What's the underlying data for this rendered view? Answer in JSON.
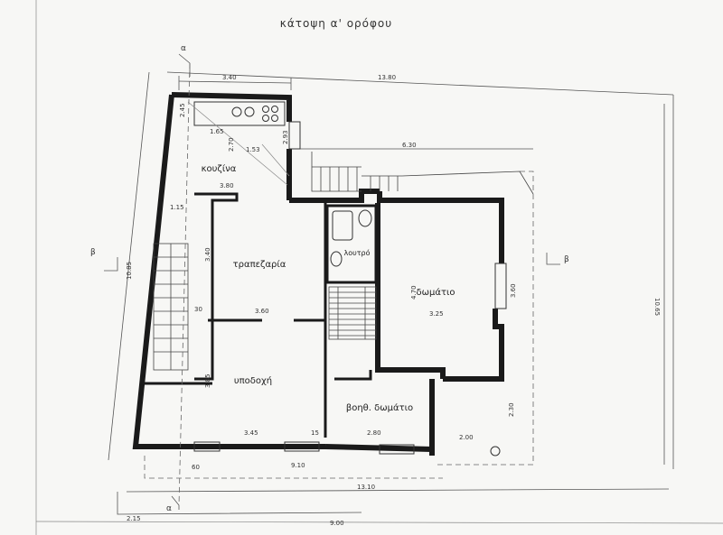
{
  "title": "κάτοψη α' ορόφου",
  "rooms": {
    "kitchen": "κουζίνα",
    "dining": "τραπεζαρία",
    "bathroom": "λουτρό",
    "bedroom": "δωμάτιο",
    "living": "υποδοχή",
    "aux_bedroom": "βοηθ. δωμάτιο"
  },
  "section_marks": {
    "a_top": "α",
    "a_bottom": "α",
    "b_left": "β",
    "b_right": "β"
  },
  "dimensions": {
    "top_overall": "13.80",
    "top_kitchen": "3.40",
    "right_upper": "6.30",
    "right_height": "10.65",
    "left_height": "10.85",
    "kitchen_w": "3.80",
    "dining_h": "3.40",
    "hall_w": "3.60",
    "bedroom_w": "3.25",
    "bedroom_h": "3.60",
    "living_h": "3.85",
    "living_w": "3.45",
    "aux_w": "2.80",
    "aux_h": "2.30",
    "balcony_w": "2.00",
    "bottom_inner": "9.10",
    "bottom_overall": "13.10",
    "bottom_a": "2.15",
    "bottom_b": "9.00",
    "small_115": "1.15",
    "small_245": "2.45",
    "small_270": "2.70",
    "small_165": "1.65",
    "small_153": "1.53",
    "small_293": "2.93",
    "small_470": "4.70",
    "small_30": "30",
    "small_15": "15",
    "small_60": "60"
  }
}
